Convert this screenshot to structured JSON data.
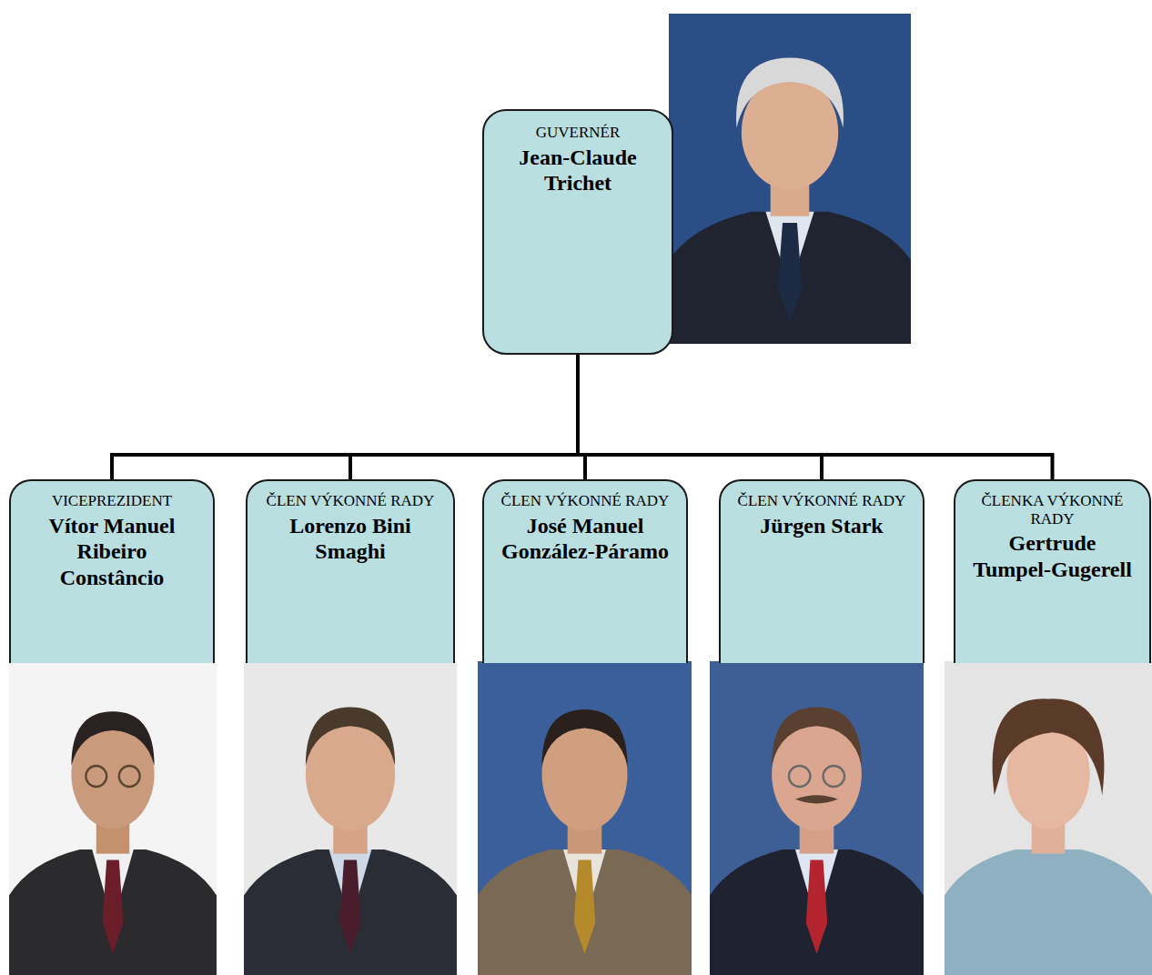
{
  "diagram": {
    "nodes": [
      {
        "text": [
          "GUVERNÉR",
          "Jean-Claude Trichet"
        ]
      },
      {
        "text": [
          "VICEPREZIDENT",
          "Vítor Manuel Ribeiro Constâncio"
        ]
      },
      {
        "text": [
          "ČLEN VÝKONNÉ RADY",
          "Lorenzo Bini Smaghi"
        ]
      },
      {
        "text": [
          "ČLEN VÝKONNÉ RADY",
          "José Manuel González-Páramo"
        ]
      },
      {
        "text": [
          "ČLEN VÝKONNÉ RADY",
          "Jürgen Stark"
        ]
      },
      {
        "text": [
          "ČLENKA VÝKONNÉ RADY",
          "Gertrude Tumpel-Gugerell"
        ]
      }
    ],
    "edges": [
      {
        "from": 0,
        "to": 1,
        "arrow": "none"
      },
      {
        "from": 0,
        "to": 2,
        "arrow": "none"
      },
      {
        "from": 0,
        "to": 3,
        "arrow": "none"
      },
      {
        "from": 0,
        "to": 4,
        "arrow": "none"
      },
      {
        "from": 0,
        "to": 5,
        "arrow": "none"
      }
    ]
  }
}
